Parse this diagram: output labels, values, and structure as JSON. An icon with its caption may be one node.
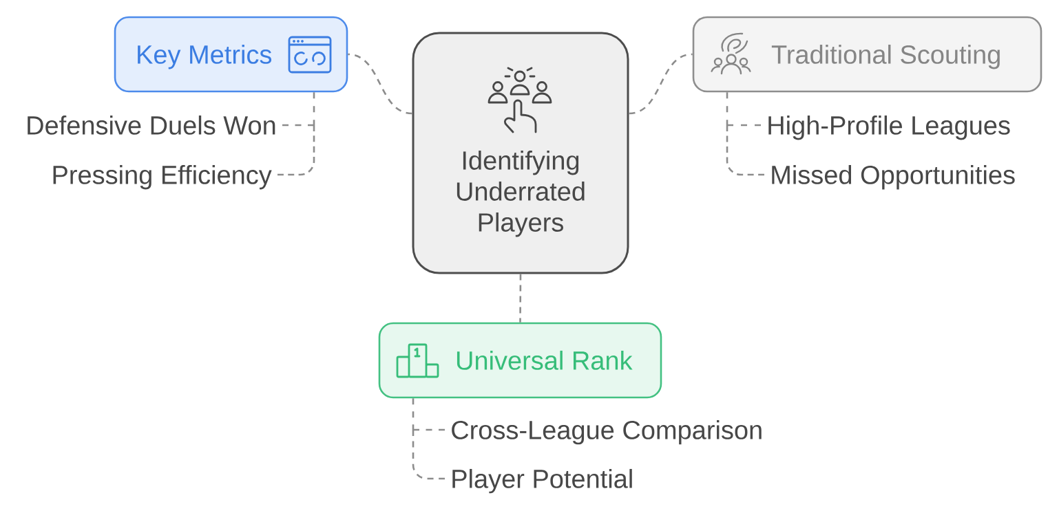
{
  "diagram": {
    "nodes": [
      {
        "text": [
          "Identifying Underrated Players"
        ]
      },
      {
        "text": [
          "Key Metrics"
        ]
      },
      {
        "text": [
          "Defensive Duels Won"
        ]
      },
      {
        "text": [
          "Pressing Efficiency"
        ]
      },
      {
        "text": [
          "Traditional Scouting"
        ]
      },
      {
        "text": [
          "High-Profile Leagues"
        ]
      },
      {
        "text": [
          "Missed Opportunities"
        ]
      },
      {
        "text": [
          "Universal Rank"
        ]
      },
      {
        "text": [
          "Cross-League Comparison"
        ]
      },
      {
        "text": [
          "Player Potential"
        ]
      }
    ],
    "edges": [
      {
        "from": 0,
        "to": 1,
        "arrow": "none",
        "style": "dashed"
      },
      {
        "from": 0,
        "to": 4,
        "arrow": "none",
        "style": "dashed"
      },
      {
        "from": 0,
        "to": 7,
        "arrow": "none",
        "style": "dashed"
      },
      {
        "from": 1,
        "to": 2,
        "arrow": "none",
        "style": "dashed"
      },
      {
        "from": 1,
        "to": 3,
        "arrow": "none",
        "style": "dashed"
      },
      {
        "from": 4,
        "to": 5,
        "arrow": "none",
        "style": "dashed"
      },
      {
        "from": 4,
        "to": 6,
        "arrow": "none",
        "style": "dashed"
      },
      {
        "from": 7,
        "to": 8,
        "arrow": "none",
        "style": "dashed"
      },
      {
        "from": 7,
        "to": 9,
        "arrow": "none",
        "style": "dashed"
      }
    ]
  }
}
